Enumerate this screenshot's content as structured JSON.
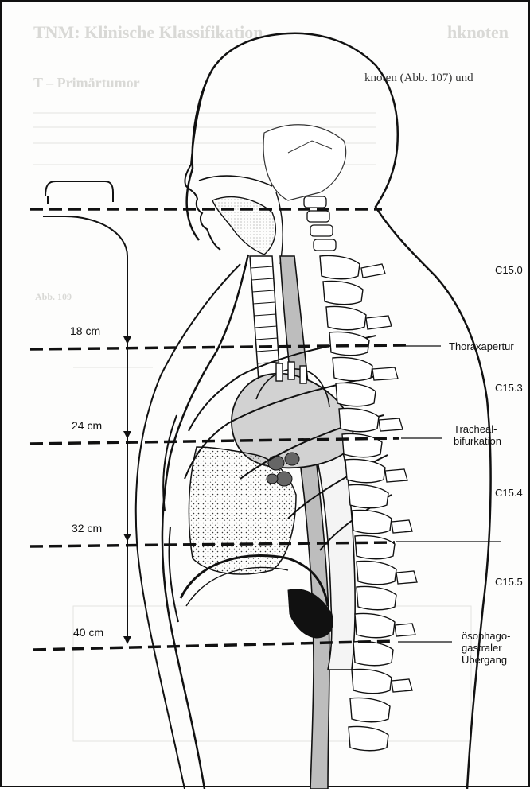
{
  "background_text": {
    "heading": "TNM: Klinische Klassifikation",
    "heading_right": "hknoten",
    "subheading": "T – Primärtumor",
    "subheading_right": "knoten (Abb. 107) und",
    "fig_ref": "Abb. 109"
  },
  "distances": [
    {
      "label": "18 cm"
    },
    {
      "label": "24 cm"
    },
    {
      "label": "32 cm"
    },
    {
      "label": "40 cm"
    }
  ],
  "levels": [
    {
      "label": "Thoraxapertur"
    },
    {
      "label": "Tracheal-\nbifurkation"
    },
    {
      "label": "ösophago-\ngastraler\nÜbergang"
    }
  ],
  "segments": [
    {
      "label": "C15.0"
    },
    {
      "label": "C15.3"
    },
    {
      "label": "C15.4"
    },
    {
      "label": "C15.5"
    }
  ]
}
